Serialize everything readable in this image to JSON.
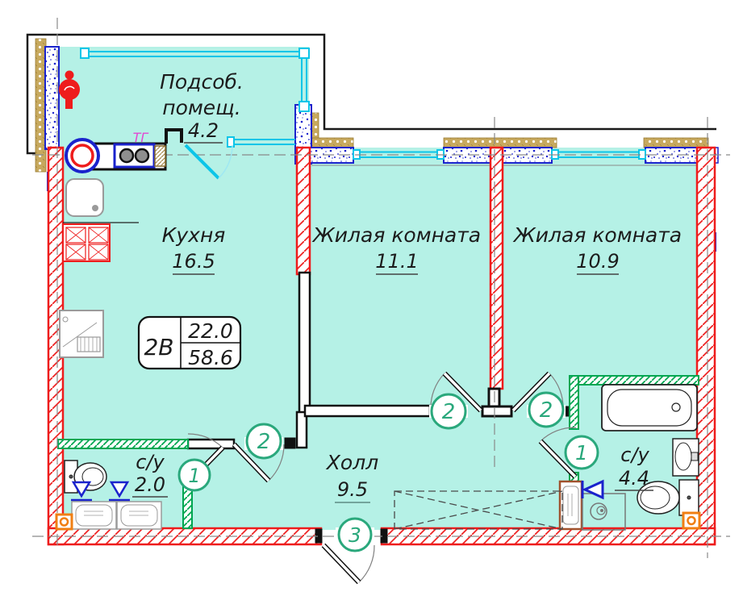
{
  "drawing": {
    "type_badge": {
      "unit_type": "2В",
      "area_top": "22.0",
      "area_bottom": "58.6"
    },
    "rooms": {
      "utility": {
        "name_line1": "Подсоб.",
        "name_line2": "помещ.",
        "area": "4.2"
      },
      "kitchen": {
        "name": "Кухня",
        "area": "16.5"
      },
      "living_room_1": {
        "name": "Жилая комната",
        "area": "11.1"
      },
      "living_room_2": {
        "name": "Жилая комната",
        "area": "10.9"
      },
      "hall": {
        "name": "Холл",
        "area": "9.5"
      },
      "bathroom_small": {
        "name": "с/у",
        "area": "2.0"
      },
      "bathroom_large": {
        "name": "с/у",
        "area": "4.4"
      }
    },
    "door_tags": {
      "entry": "3",
      "kitchen": "2",
      "living_room_1": "2",
      "living_room_2": "2",
      "bathroom_small": "1",
      "bathroom_large": "1"
    },
    "annotations": {
      "gas_stove_label": "ТГ"
    },
    "colors": {
      "floor_fill": "#b5f1e6",
      "load_bearing_wall_red": "#ee1c1c",
      "partition_green": "#00a651",
      "glazing_cyan": "#0cc5e8",
      "plumbing_blue": "#1a23cc",
      "tag_green": "#2aa87c",
      "insulation_tan": "#c7a95e",
      "gas_label_magenta": "#e24ad2",
      "vent_orange": "#f07f13"
    },
    "icons": [
      "fire-riser-icon",
      "round-sink-icon",
      "two-burner-stove-icon",
      "gas-meter-icon",
      "kitchen-sink-icon",
      "four-burner-stove-icon",
      "fridge-icon",
      "toilet-icon",
      "floor-drain-icon",
      "washing-machine-icon",
      "vent-icon",
      "bathtub-icon",
      "washbasin-icon",
      "boiler-icon",
      "valve-icon",
      "wardrobe-icon"
    ]
  }
}
